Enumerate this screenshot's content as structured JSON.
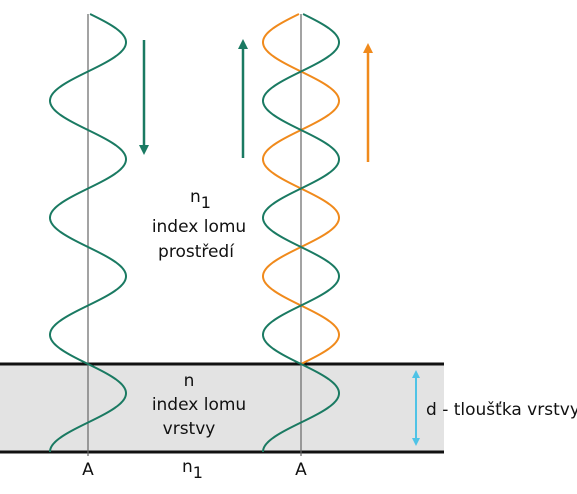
{
  "colors": {
    "wave_green": "#1a7a62",
    "wave_orange": "#f08a1c",
    "arrow_green": "#1a7a62",
    "arrow_orange": "#f08a1c",
    "arrow_blue": "#4fc3e6",
    "layer_fill": "#e3e3e3",
    "line_dark": "#111111",
    "axis_gray": "#666666"
  },
  "labels": {
    "medium_n": "n",
    "medium_n_sub": "1",
    "medium_line1": "index lomu",
    "medium_line2": "prostředí",
    "layer_n": "n",
    "layer_line1": "index lomu",
    "layer_line2": "vrstvy",
    "thickness": "d - tloušťka vrstvy",
    "point_a_left": "A",
    "point_a_right": "A",
    "bottom_n": "n",
    "bottom_n_sub": "1"
  }
}
